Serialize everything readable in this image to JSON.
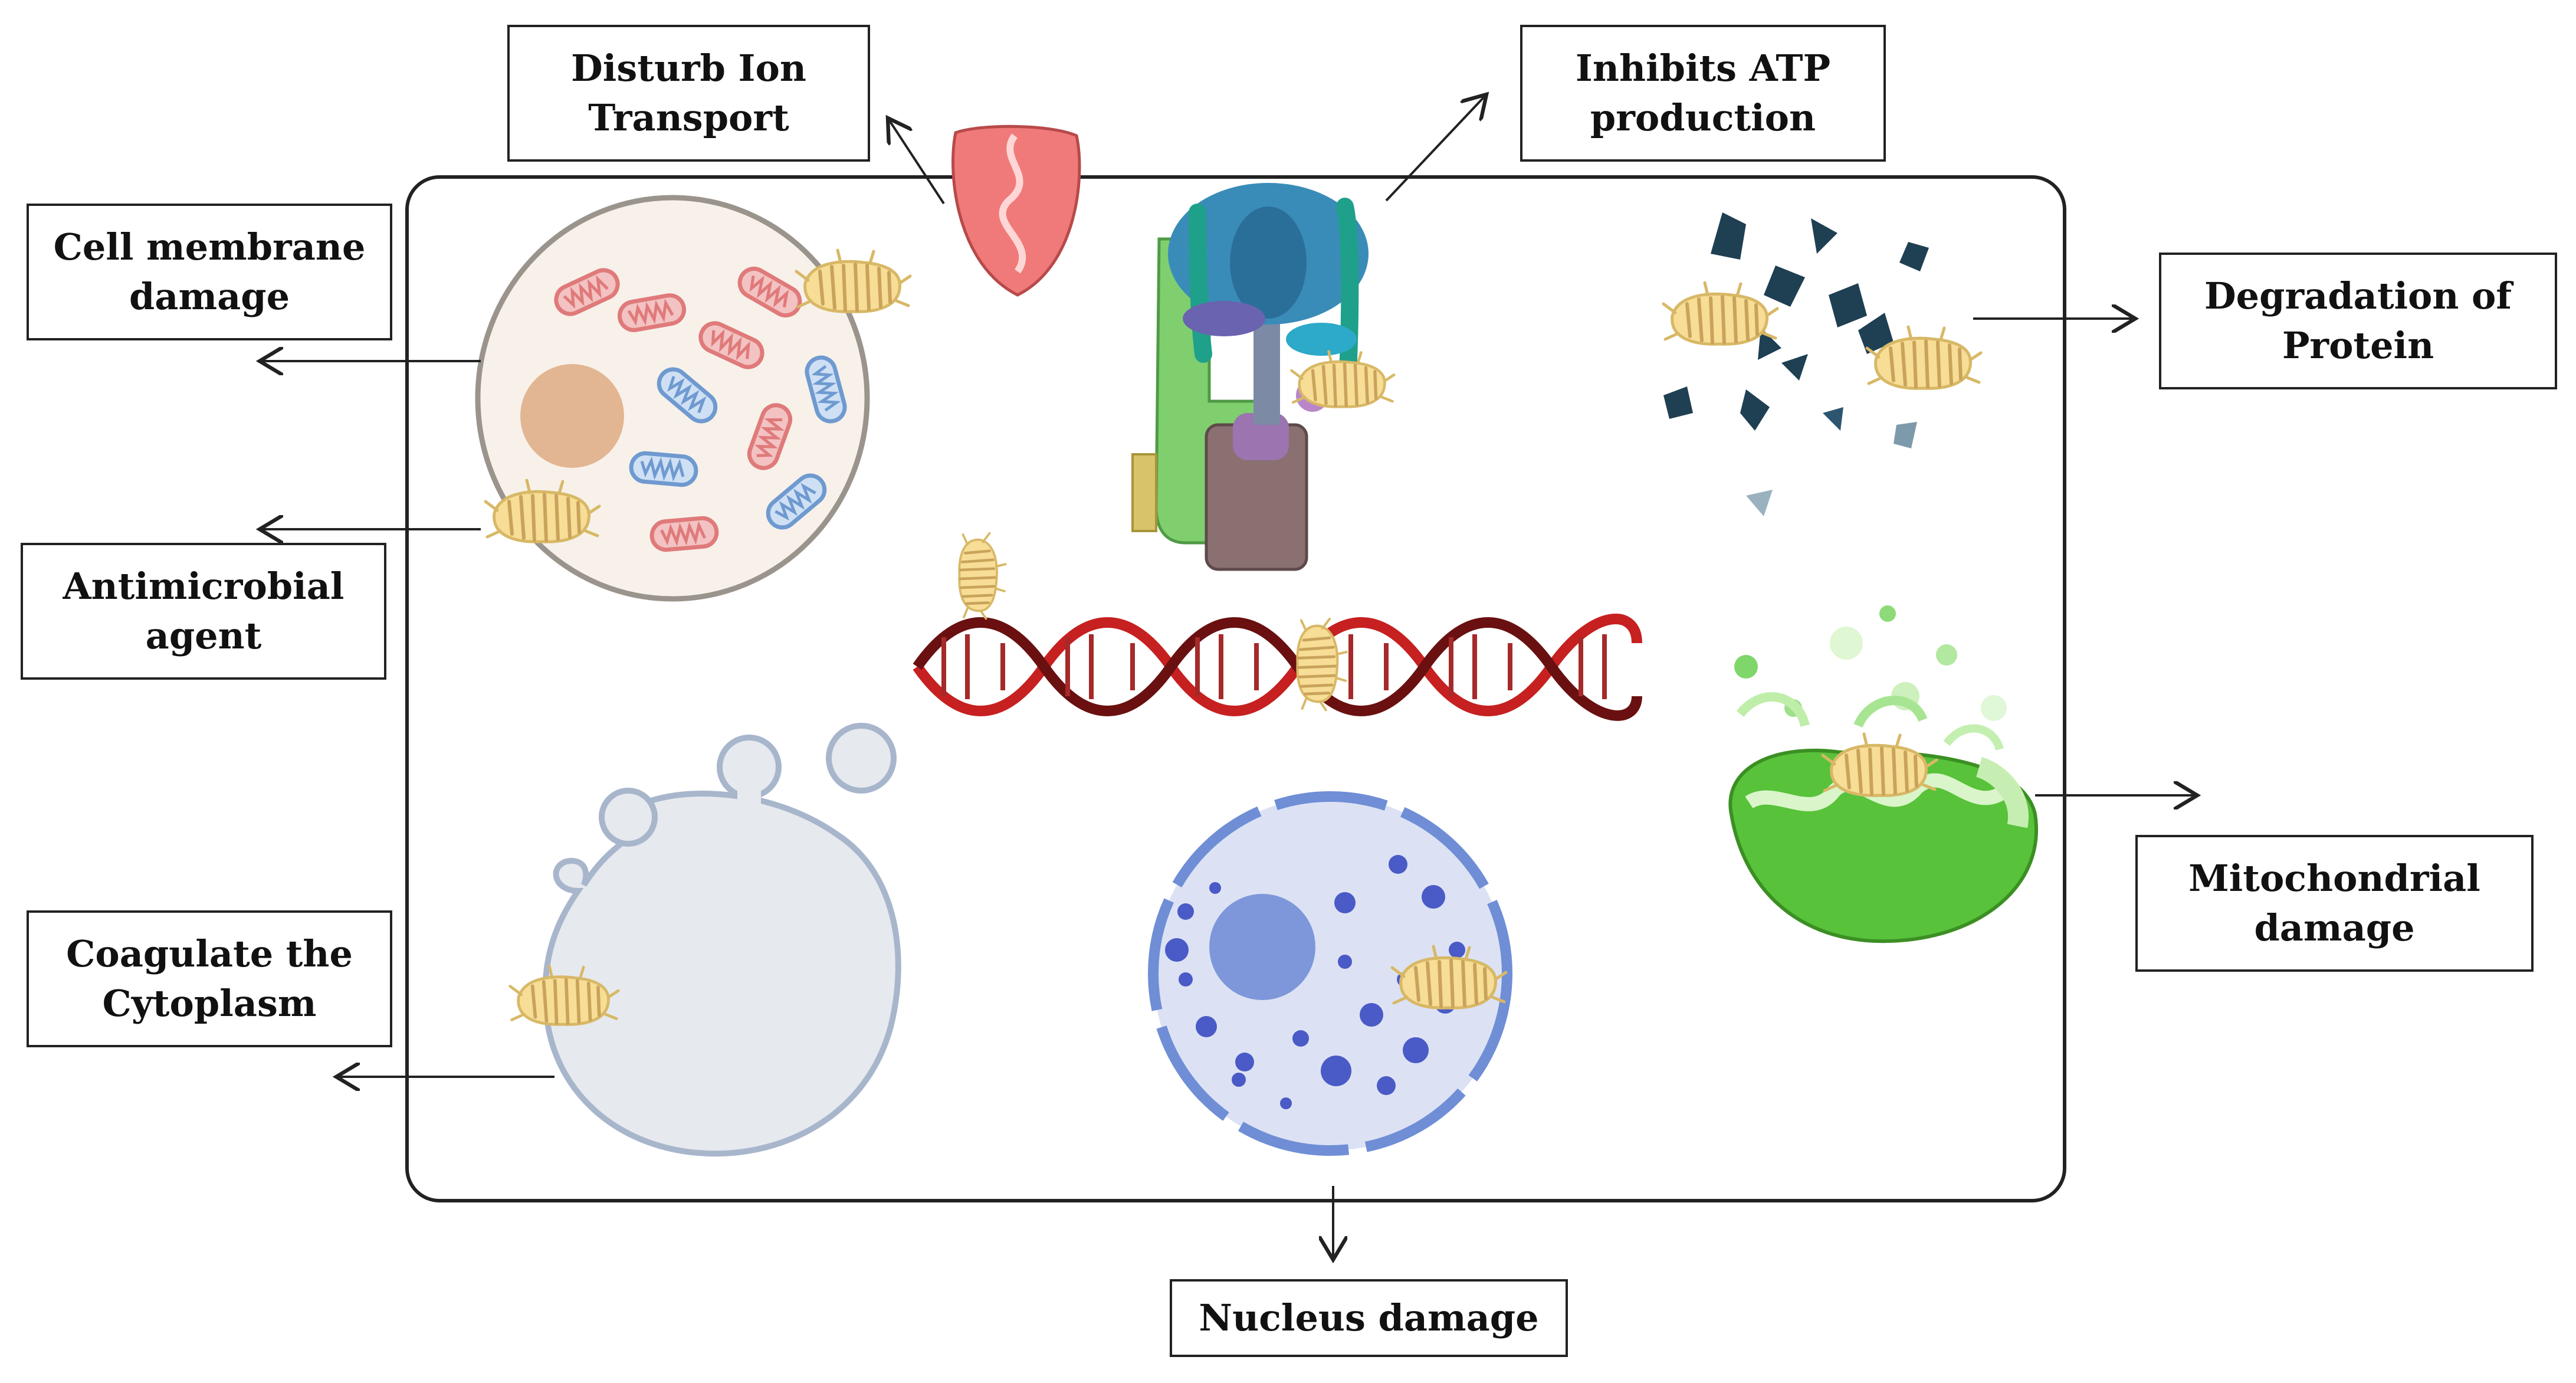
{
  "labels": {
    "disturb_ion_transport": [
      "Disturb Ion",
      "Transport"
    ],
    "inhibits_atp_production": [
      "Inhibits ATP",
      "production"
    ],
    "cell_membrane_damage": [
      "Cell membrane",
      "damage"
    ],
    "antimicrobial_agent": [
      "Antimicrobial",
      "agent"
    ],
    "degradation_of_protein": [
      "Degradation of",
      "Protein"
    ],
    "mitochondrial_damage": [
      "Mitochondrial",
      "damage"
    ],
    "coagulate_the_cytoplasm": [
      "Coagulate the",
      "Cytoplasm"
    ],
    "nucleus_damage": [
      "Nucleus damage"
    ]
  },
  "colors": {
    "frame": "#222222",
    "arrow": "#222222",
    "cell_fill": "#f7f1ea",
    "cell_outline": "#9a948c",
    "nucleus": "#e2b692",
    "mito_red": "#e07a7a",
    "mito_blue": "#6f9ad0",
    "agent_fill": "#f7dd96",
    "ion_channel": "#f07a7a",
    "atp_synthase_green": "#7fcf6f",
    "atp_synthase_blue": "#3a8cb8",
    "atp_synthase_brown": "#8a7070",
    "protein_fragment": "#1f3f52",
    "dna_red": "#c62020",
    "dna_dark": "#6a1010",
    "vesicle_fill": "#e6e9ee",
    "vesicle_outline": "#a8b6cc",
    "nucleus_cell_fill": "#dce2f4",
    "nucleus_cell_outline": "#6f8ed6",
    "chromatin": "#4a5ac6",
    "mitochondrion": "#58c23a"
  }
}
